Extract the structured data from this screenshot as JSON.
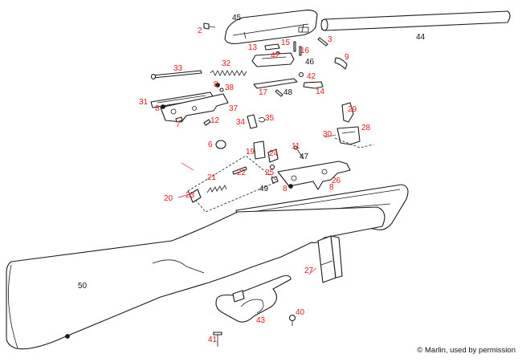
{
  "colors": {
    "label_red": "#e8161b",
    "label_black": "#111111",
    "line": "#1a1a1a"
  },
  "labels": {
    "p2": "2",
    "p3": "3",
    "p6": "6",
    "p7": "7",
    "p8a": "8",
    "p8b": "8",
    "p8c": "8",
    "p8d": "8",
    "p9": "9",
    "p11": "11",
    "p12": "12",
    "p13": "13",
    "p14": "14",
    "p15": "15",
    "p16": "16",
    "p17": "17",
    "p19": "19",
    "p20": "20",
    "p21": "21",
    "p22": "22",
    "p23": "23",
    "p24": "24",
    "p25": "25",
    "p26": "26",
    "p27": "27",
    "p28": "28",
    "p29": "29",
    "p30": "30",
    "p31": "31",
    "p32": "32",
    "p33": "33",
    "p34": "34",
    "p35": "35",
    "p37": "37",
    "p38": "38",
    "p40": "40",
    "p41": "41",
    "p42a": "42",
    "p42b": "42",
    "p43": "43",
    "p44": "44",
    "p45": "45",
    "p46": "46",
    "p47": "47",
    "p48": "48",
    "p49": "49",
    "p50": "50"
  },
  "credit": "© Marlin, used by permission"
}
